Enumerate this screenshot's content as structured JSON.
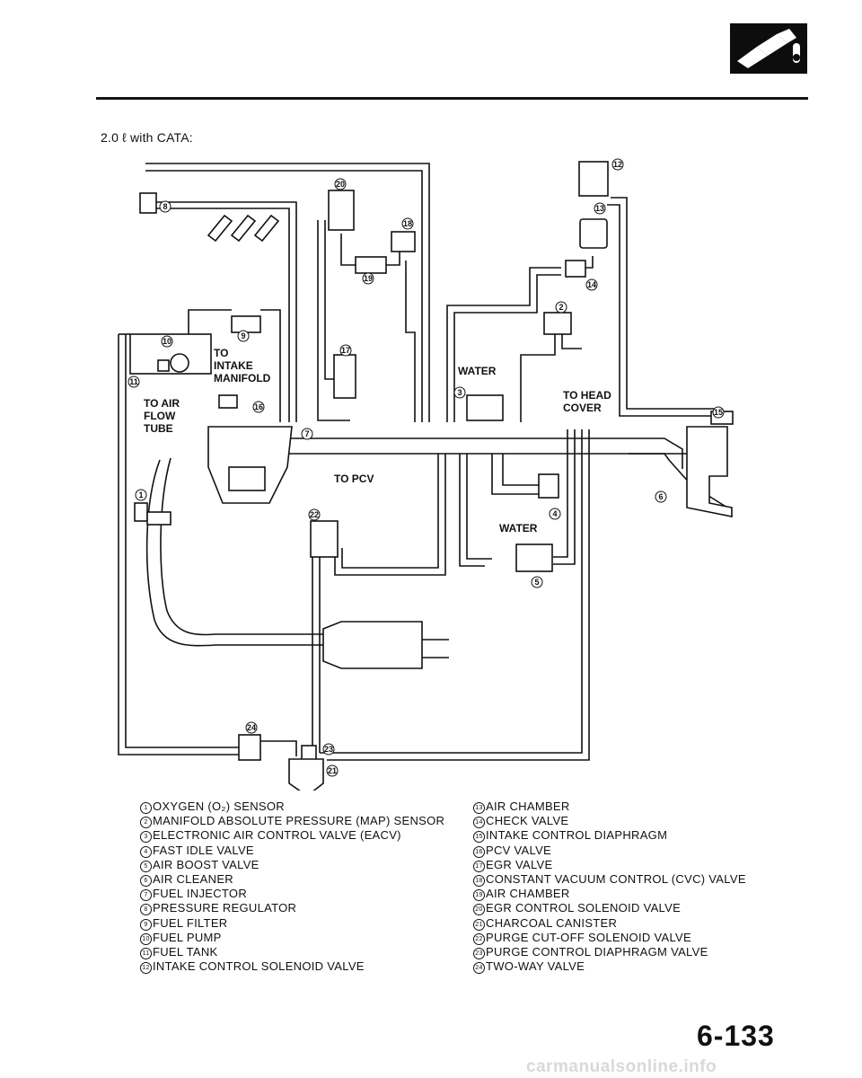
{
  "header": {
    "badge_icon": "fuel-nozzle-icon"
  },
  "subtitle": "2.0 ℓ with CATA:",
  "labels": {
    "to_intake_manifold": [
      "TO",
      "INTAKE",
      "MANIFOLD"
    ],
    "to_air_flow_tube": [
      "TO AIR",
      "FLOW",
      "TUBE"
    ],
    "water_upper": "WATER",
    "water_lower": "WATER",
    "to_head_cover": [
      "TO HEAD",
      "COVER"
    ],
    "to_pcv": "TO PCV"
  },
  "callouts": [
    "1",
    "2",
    "3",
    "4",
    "5",
    "6",
    "7",
    "8",
    "9",
    "10",
    "11",
    "12",
    "13",
    "14",
    "15",
    "16",
    "17",
    "18",
    "19",
    "20",
    "21",
    "22",
    "23",
    "24"
  ],
  "legend_left": [
    {
      "n": "1",
      "text": "OXYGEN (O₂) SENSOR"
    },
    {
      "n": "2",
      "text": "MANIFOLD ABSOLUTE PRESSURE (MAP) SENSOR"
    },
    {
      "n": "3",
      "text": "ELECTRONIC AIR CONTROL VALVE (EACV)"
    },
    {
      "n": "4",
      "text": "FAST IDLE VALVE"
    },
    {
      "n": "5",
      "text": "AIR BOOST VALVE"
    },
    {
      "n": "6",
      "text": "AIR CLEANER"
    },
    {
      "n": "7",
      "text": "FUEL INJECTOR"
    },
    {
      "n": "8",
      "text": "PRESSURE REGULATOR"
    },
    {
      "n": "9",
      "text": "FUEL FILTER"
    },
    {
      "n": "10",
      "text": "FUEL PUMP"
    },
    {
      "n": "11",
      "text": "FUEL TANK"
    },
    {
      "n": "12",
      "text": "INTAKE CONTROL SOLENOID VALVE"
    }
  ],
  "legend_right": [
    {
      "n": "13",
      "text": "AIR CHAMBER"
    },
    {
      "n": "14",
      "text": "CHECK VALVE"
    },
    {
      "n": "15",
      "text": "INTAKE CONTROL DIAPHRAGM"
    },
    {
      "n": "16",
      "text": "PCV VALVE"
    },
    {
      "n": "17",
      "text": "EGR VALVE"
    },
    {
      "n": "18",
      "text": "CONSTANT VACUUM CONTROL (CVC) VALVE"
    },
    {
      "n": "19",
      "text": "AIR CHAMBER"
    },
    {
      "n": "20",
      "text": "EGR CONTROL SOLENOID VALVE"
    },
    {
      "n": "21",
      "text": "CHARCOAL CANISTER"
    },
    {
      "n": "22",
      "text": "PURGE CUT-OFF SOLENOID VALVE"
    },
    {
      "n": "23",
      "text": "PURGE CONTROL DIAPHRAGM VALVE"
    },
    {
      "n": "24",
      "text": "TWO-WAY VALVE"
    }
  ],
  "footer": {
    "page_number": "6-133",
    "watermark": "carmanualsonline.info"
  }
}
